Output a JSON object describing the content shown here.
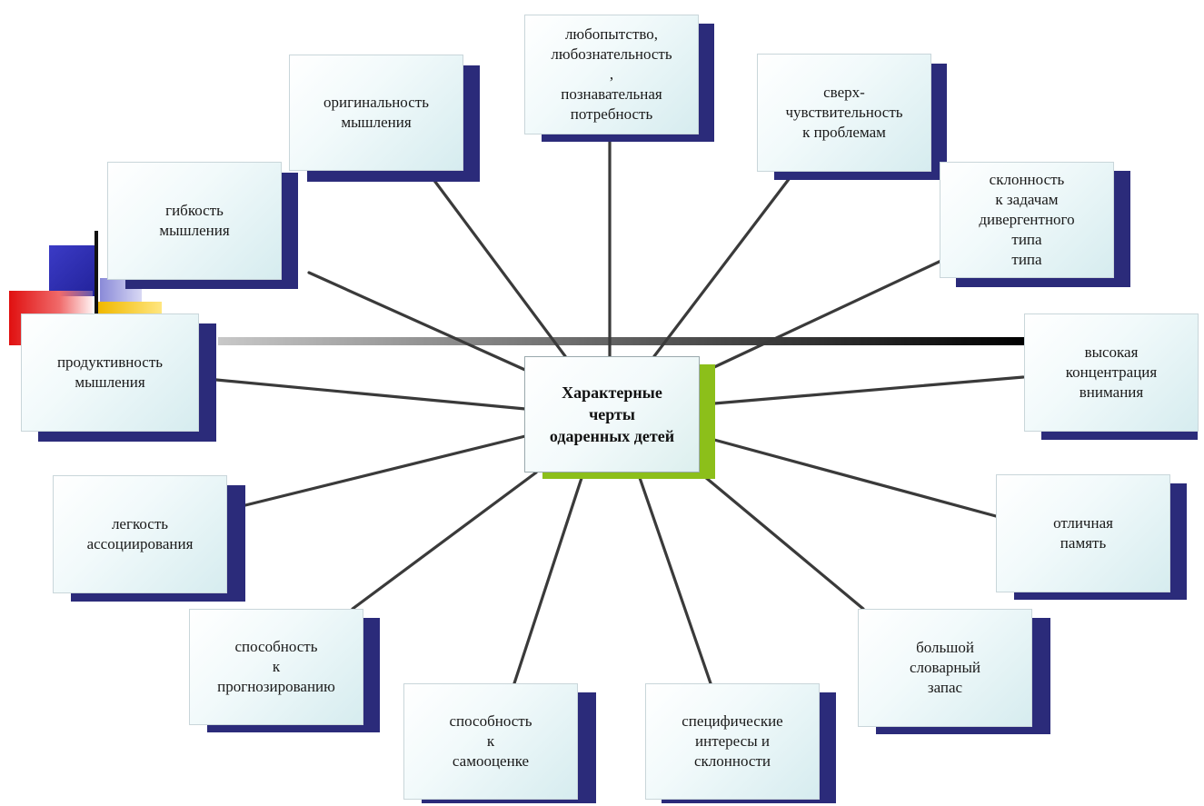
{
  "diagram": {
    "center": {
      "label": "Характерные\nчерты\nодаренных детей"
    },
    "nodes": [
      {
        "id": "originality",
        "label": "оригинальность\nмышления"
      },
      {
        "id": "curiosity",
        "label": "любопытство,\nлюбознательность\n,\nпознавательная\nпотребность"
      },
      {
        "id": "sensitivity",
        "label": "сверх-\nчувствительность\nк проблемам"
      },
      {
        "id": "flexibility",
        "label": "гибкость\nмышления"
      },
      {
        "id": "divergent",
        "label": "склонность\nк задачам\nдивергентного\nтипа\nтипа"
      },
      {
        "id": "productivity",
        "label": "продуктивность\nмышления"
      },
      {
        "id": "concentration",
        "label": "высокая\nконцентрация\nвнимания"
      },
      {
        "id": "association",
        "label": "легкость\nассоциирования"
      },
      {
        "id": "memory",
        "label": "отличная\nпамять"
      },
      {
        "id": "forecasting",
        "label": "способность\nк\nпрогнозированию"
      },
      {
        "id": "vocabulary",
        "label": "большой\nсловарный\nзапас"
      },
      {
        "id": "self-assessment",
        "label": "способность\nк\nсамооценке"
      },
      {
        "id": "interests",
        "label": "специфические\nинтересы и\nсклонности"
      }
    ],
    "colors": {
      "node_shadow": "#2b2b7a",
      "center_shadow": "#8cbf1a",
      "connector": "#3a3a3a",
      "deco_red": "#e01818",
      "deco_blue": "#2a2ab5",
      "deco_yellow": "#f3c200"
    }
  }
}
